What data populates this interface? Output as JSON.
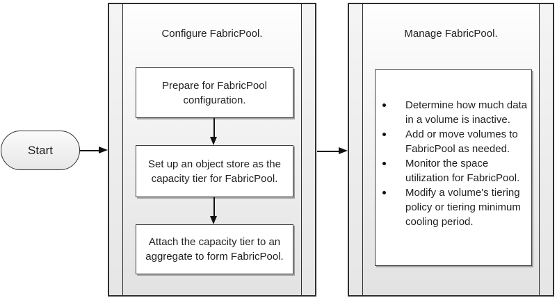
{
  "diagram": {
    "start": {
      "label": "Start"
    },
    "panel_configure": {
      "title": "Configure FabricPool.",
      "steps": [
        {
          "text": "Prepare for FabricPool configuration."
        },
        {
          "text": "Set up an object store as the capacity tier for FabricPool."
        },
        {
          "text": "Attach the capacity tier to an aggregate to form FabricPool."
        }
      ]
    },
    "panel_manage": {
      "title": "Manage FabricPool.",
      "tasks": [
        "Determine how much data in a volume is inactive.",
        "Add or move volumes to FabricPool as needed.",
        "Monitor the space utilization for FabricPool.",
        "Modify a volume's tiering policy or tiering minimum cooling period."
      ]
    },
    "colors": {
      "line": "#2e2e2e",
      "box_border": "#404040",
      "box_shadow": "#a0a0a0",
      "panel_fill_top": "#fefefe",
      "panel_fill_bottom": "#e2e2e2",
      "text": "#1f1f1f"
    }
  }
}
